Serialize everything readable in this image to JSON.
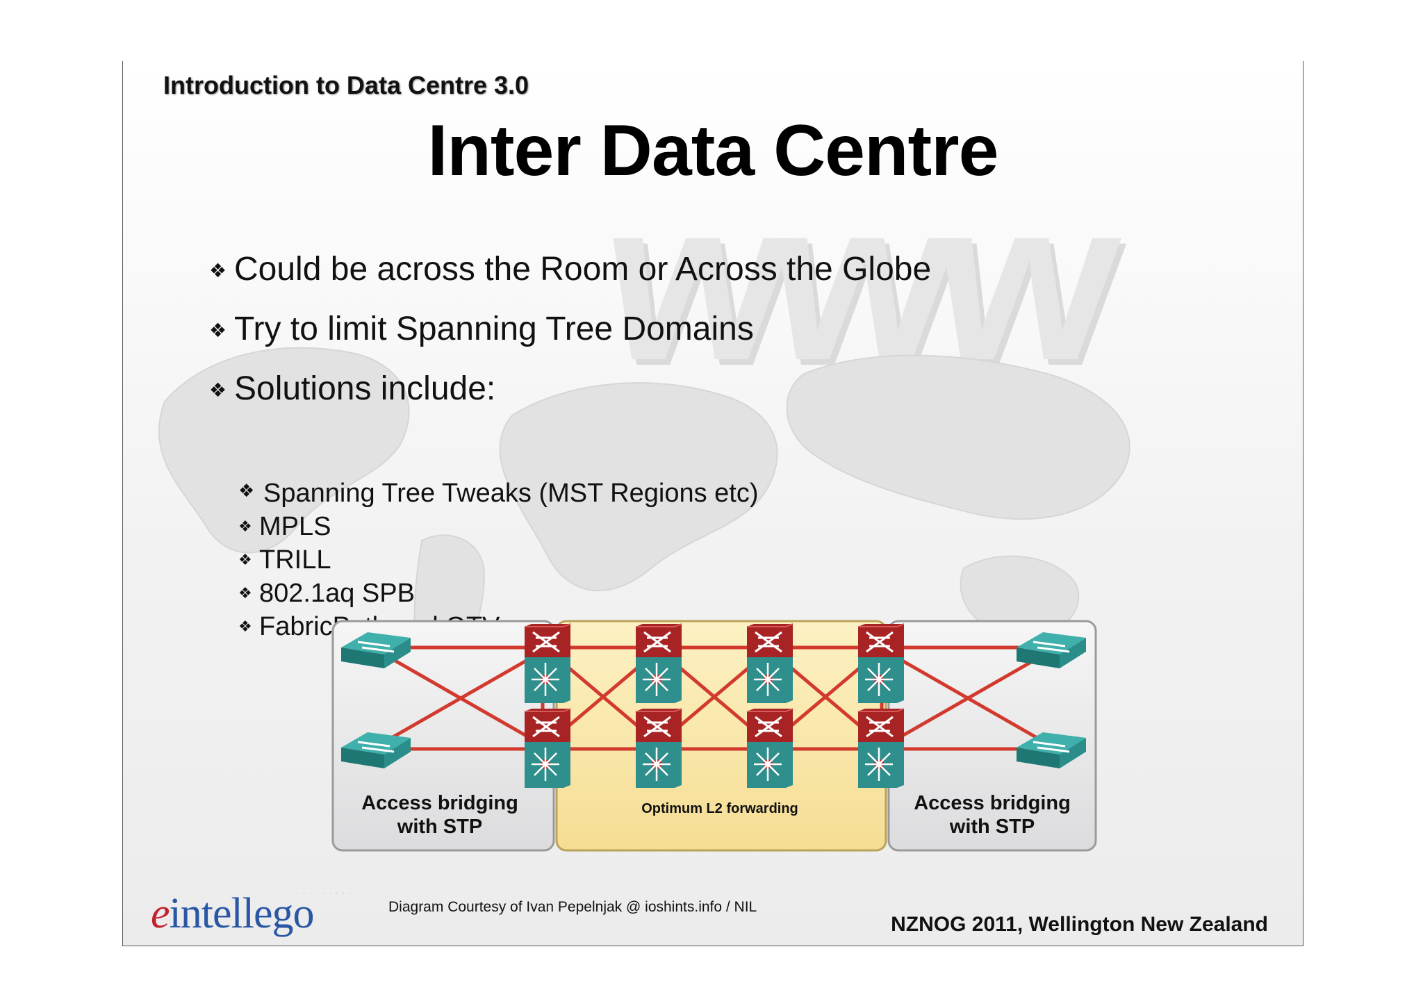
{
  "section_title": "Introduction to Data Centre 3.0",
  "title": "Inter Data Centre",
  "watermark": "www",
  "bullets": [
    "Could be across the Room or Across the Globe",
    "Try to limit Spanning Tree Domains",
    "Solutions include:"
  ],
  "sub_bullets": [
    "Spanning Tree Tweaks (MST Regions etc)",
    "MPLS",
    "TRILL",
    "802.1aq SPB",
    "FabricPath and OTV"
  ],
  "diagram": {
    "left_label_line1": "Access bridging",
    "left_label_line2": "with STP",
    "center_label": "Optimum L2 forwarding",
    "right_label_line1": "Access bridging",
    "right_label_line2": "with STP",
    "colors": {
      "link": "#d23a2e",
      "device": "#2f8f8c",
      "router_top": "#b52a2a",
      "center_bg": "#fbeab0",
      "side_bg": "#e9e9ea"
    }
  },
  "credit": "Diagram Courtesy of Ivan Pepelnjak @ ioshints.info / NIL",
  "footer": "NZNOG 2011, Wellington New Zealand",
  "logo": {
    "e": "e",
    "rest": "intellego"
  }
}
